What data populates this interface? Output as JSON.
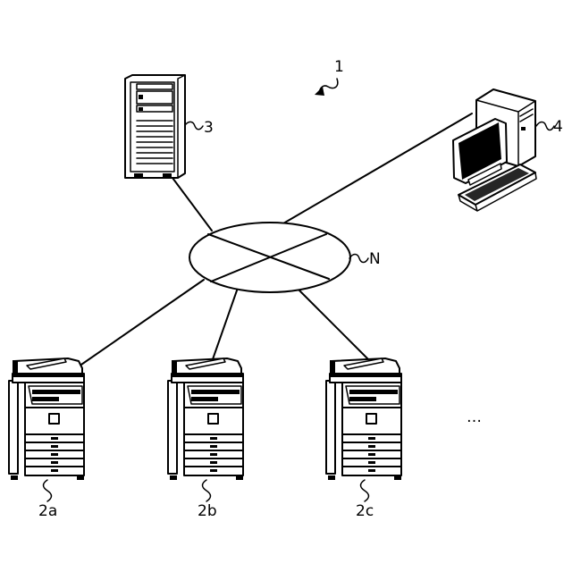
{
  "labels": {
    "system": "1",
    "server": "3",
    "terminal": "4",
    "network": "N",
    "printer_a": "2a",
    "printer_b": "2b",
    "printer_c": "2c",
    "ellipsis": "…"
  }
}
